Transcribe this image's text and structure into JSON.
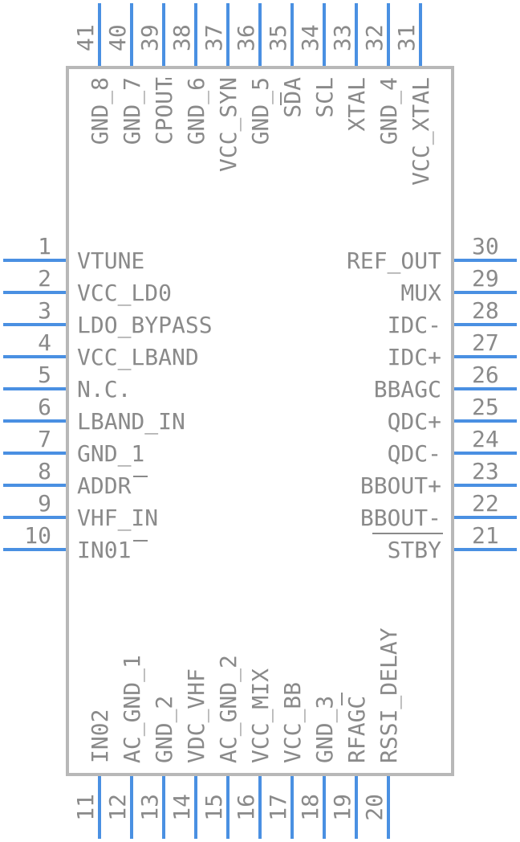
{
  "chip": {
    "left_pins": [
      {
        "num": "1",
        "name": "VTUNE"
      },
      {
        "num": "2",
        "name": "VCC_LD0"
      },
      {
        "num": "3",
        "name": "LDO_BYPASS"
      },
      {
        "num": "4",
        "name": "VCC_LBAND"
      },
      {
        "num": "5",
        "name": "N.C."
      },
      {
        "num": "6",
        "name": "LBAND_IN"
      },
      {
        "num": "7",
        "name": "GND_1"
      },
      {
        "num": "8",
        "name": "ADDR"
      },
      {
        "num": "9",
        "name": "VHF_IN"
      },
      {
        "num": "10",
        "name": "IN01"
      }
    ],
    "bottom_pins": [
      {
        "num": "11",
        "name": "IN02"
      },
      {
        "num": "12",
        "name": "AC_GND_1"
      },
      {
        "num": "13",
        "name": "GND_2"
      },
      {
        "num": "14",
        "name": "VDC_VHF"
      },
      {
        "num": "15",
        "name": "AC_GND_2"
      },
      {
        "num": "16",
        "name": "VCC_MIX"
      },
      {
        "num": "17",
        "name": "VCC_BB"
      },
      {
        "num": "18",
        "name": "GND_3"
      },
      {
        "num": "19",
        "name": "RFAGC"
      },
      {
        "num": "20",
        "name": "RSSI_DELAY"
      }
    ],
    "right_pins": [
      {
        "num": "21",
        "name": "STBY"
      },
      {
        "num": "22",
        "name": "BBOUT-"
      },
      {
        "num": "23",
        "name": "BBOUT+"
      },
      {
        "num": "24",
        "name": "QDC-"
      },
      {
        "num": "25",
        "name": "QDC+"
      },
      {
        "num": "26",
        "name": "BBAGC"
      },
      {
        "num": "27",
        "name": "IDC+"
      },
      {
        "num": "28",
        "name": "IDC-"
      },
      {
        "num": "29",
        "name": "MUX"
      },
      {
        "num": "30",
        "name": "REF_OUT"
      }
    ],
    "top_pins": [
      {
        "num": "31",
        "name": "VCC_XTAL"
      },
      {
        "num": "32",
        "name": "GND_4"
      },
      {
        "num": "33",
        "name": "XTAL"
      },
      {
        "num": "34",
        "name": "SCL"
      },
      {
        "num": "35",
        "name": "SDA"
      },
      {
        "num": "36",
        "name": "GND_5"
      },
      {
        "num": "37",
        "name": "VCC_SYN"
      },
      {
        "num": "38",
        "name": "GND_6"
      },
      {
        "num": "39",
        "name": "CPOUT"
      },
      {
        "num": "40",
        "name": "GND_7"
      },
      {
        "num": "41",
        "name": "GND_8"
      }
    ],
    "colors": {
      "pin": "#4a90e2",
      "outline": "#b8b8b8",
      "text": "#8a8a8a"
    }
  }
}
